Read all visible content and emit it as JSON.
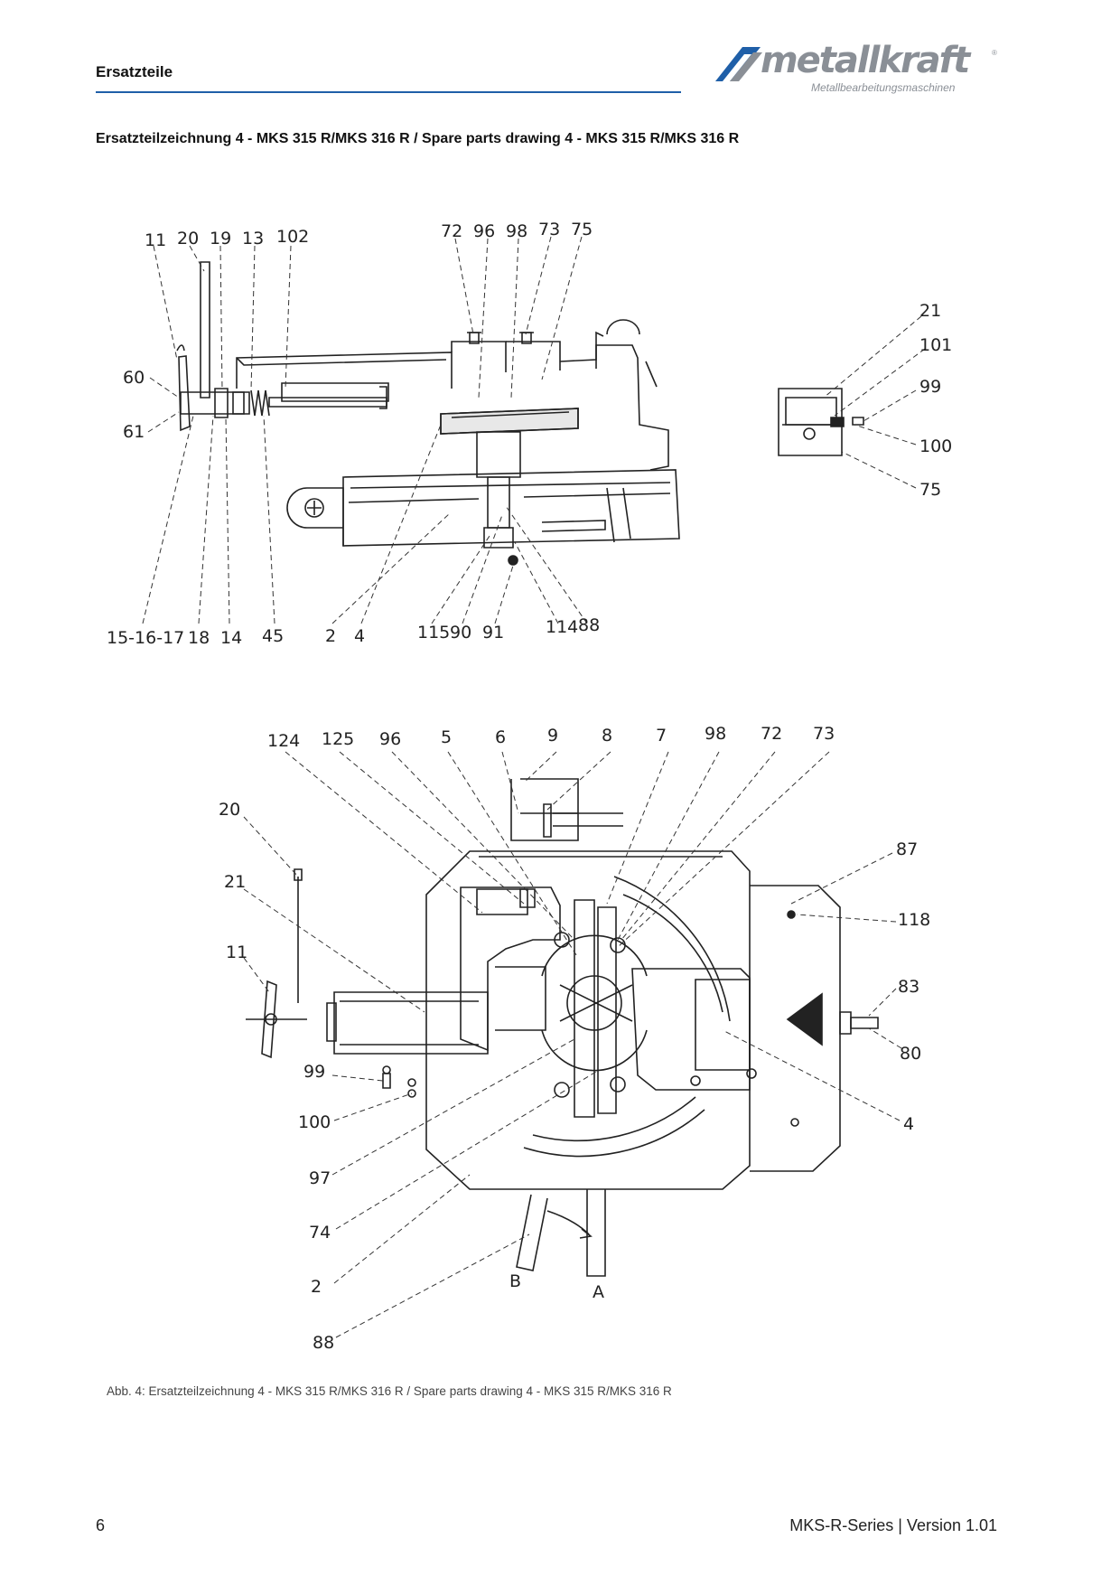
{
  "header": {
    "section_title": "Ersatzteile",
    "logo_text": "metallkraft",
    "logo_subtitle": "Metallbearbeitungsmaschinen",
    "logo_registered": "®"
  },
  "document": {
    "title": "Ersatzteilzeichnung 4 - MKS 315 R/MKS 316 R / Spare parts drawing 4 - MKS 315 R/MKS 316 R",
    "caption": "Abb. 4: Ersatzteilzeichnung 4 - MKS 315 R/MKS 316 R / Spare parts drawing 4 - MKS 315 R/MKS 316 R"
  },
  "side_view_callouts": {
    "c11": "11",
    "c20": "20",
    "c19": "19",
    "c13": "13",
    "c102": "102",
    "c72": "72",
    "c96": "96",
    "c98": "98",
    "c73": "73",
    "c75top": "75",
    "c60": "60",
    "c61": "61",
    "c21": "21",
    "c101": "101",
    "c99": "99",
    "c100": "100",
    "c75": "75",
    "c15_16_17": "15-16-17",
    "c18": "18",
    "c14": "14",
    "c45": "45",
    "c2": "2",
    "c4": "4",
    "c115": "115",
    "c90": "90",
    "c91": "91",
    "c114": "114",
    "c88": "88"
  },
  "top_view_callouts": {
    "c124": "124",
    "c125": "125",
    "c96": "96",
    "c5": "5",
    "c6": "6",
    "c9": "9",
    "c8": "8",
    "c7": "7",
    "c98": "98",
    "c72": "72",
    "c73": "73",
    "c20": "20",
    "c21": "21",
    "c11": "11",
    "c87": "87",
    "c118": "118",
    "c83": "83",
    "c80": "80",
    "c4": "4",
    "c99": "99",
    "c100": "100",
    "c97": "97",
    "c74": "74",
    "c2": "2",
    "c88": "88",
    "cB": "B",
    "cA": "A"
  },
  "footer": {
    "page_number": "6",
    "series_version": "MKS-R-Series | Version 1.01"
  }
}
